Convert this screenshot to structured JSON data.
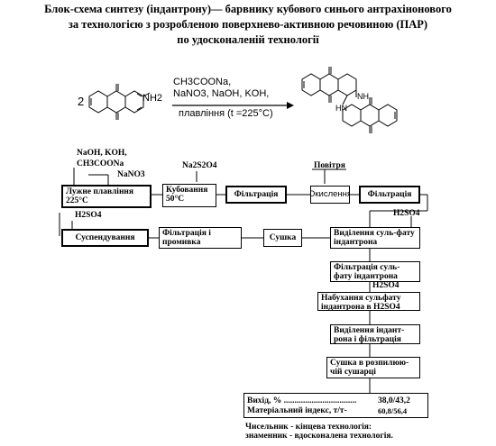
{
  "title": {
    "line1": "Блок-схема синтезу (індантрону)— барвнику кубового синього антрахінонового",
    "line2": "за технологією з розробленою поверхнево-активною речовиною (ПАР)",
    "line3": "по удосконаленій технології"
  },
  "reaction": {
    "coefficient": "2",
    "reactant_group": "NH2",
    "reagents_line1": "CH3COONa,",
    "reagents_line2": "NaNO3, NaOH, KOH,",
    "conditions": "плавління (t =225°C)",
    "product_nh_top": "NH",
    "product_nh_bottom": "HN"
  },
  "flow": {
    "inputs": {
      "alkali": "NaOH, KOH,",
      "acetate": "CH3COONa",
      "nitrate": "NaNO3",
      "dithionite": "Na2S2O4",
      "air": "Повітря",
      "h2so4_a": "H2SO4",
      "h2so4_b": "H2SO4",
      "h2so4_c": "H2SO4"
    },
    "steps": {
      "alkali_fusion": "Лужне плавління 225°C",
      "vatting": "Кубовання 50°C",
      "filtration1": "Фільтрація",
      "oxidation": "Окислення",
      "filtration2": "Фільтрація",
      "suspending": "Суспендування",
      "filtration_wash": "Фільтрація і промивка",
      "drying": "Сушка",
      "sulfate_isolation": "Виділення суль-фату індантрона",
      "sulfate_filtration": "Фільтрація суль-фату індантрона",
      "sulfate_swelling": "Набухання сульфату індантрона в H2SO4",
      "indanthrone_isolation": "Виділення індант-рона і фільтрація",
      "spray_drying": "Сушка в розпилюю-чій сушарці"
    },
    "result": {
      "yield_label": "Вихід, % ..................................",
      "yield_value": "38,0/43,2",
      "index_label": "Матеріальний індекс, т/т-",
      "index_value": "60,8/56,4"
    },
    "footnote": {
      "line1": "Чисельник - кінцева технологія:",
      "line2": "знаменник - вдосконалена технологія."
    }
  }
}
